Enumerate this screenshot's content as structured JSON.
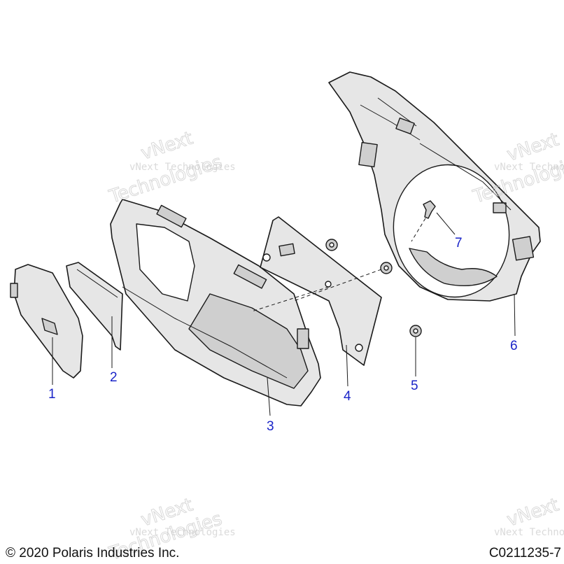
{
  "callouts": [
    "1",
    "2",
    "3",
    "4",
    "5",
    "6",
    "7"
  ],
  "watermark": {
    "line1": "vNext Technologies",
    "big_a": "vNext",
    "big_b": "Technologies"
  },
  "footer": {
    "copyright": "© 2020 Polaris Industries Inc.",
    "drawing_number": "C0211235-7"
  }
}
